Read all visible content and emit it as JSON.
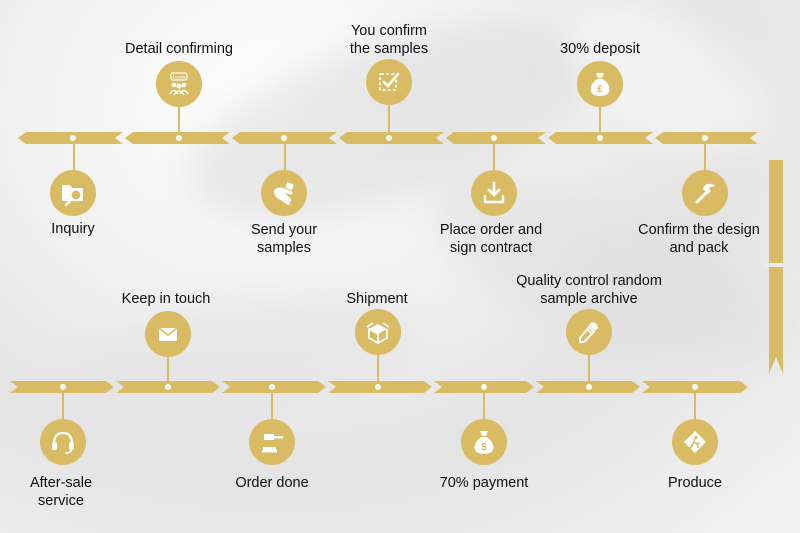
{
  "steps": {
    "detail_confirming": "Detail confirming",
    "you_confirm_samples": "You confirm\nthe samples",
    "deposit": "30% deposit",
    "inquiry": "Inquiry",
    "send_samples": "Send your\nsamples",
    "place_order": "Place order and\nsign contract",
    "confirm_design": "Confirm the design\nand pack",
    "keep_in_touch": "Keep in touch",
    "shipment": "Shipment",
    "quality_control": "Quality control random\nsample archive",
    "after_sale": "After-sale\nservice",
    "order_done": "Order done",
    "payment": "70% payment",
    "produce": "Produce"
  },
  "icon_texts": {
    "detail_badge": "Details"
  },
  "colors": {
    "accent": "#d9bb63",
    "text": "#111111"
  },
  "icons": {
    "detail_confirming": "meeting-icon",
    "you_confirm_samples": "checkbox-icon",
    "deposit": "money-bag-pound-icon",
    "inquiry": "folder-search-icon",
    "send_samples": "hand-sample-icon",
    "place_order": "download-icon",
    "confirm_design": "hammer-icon",
    "keep_in_touch": "envelope-icon",
    "shipment": "package-icon",
    "quality_control": "dropper-icon",
    "after_sale": "headset-icon",
    "order_done": "gavel-icon",
    "payment": "money-bag-dollar-icon",
    "produce": "construction-sign-icon"
  }
}
